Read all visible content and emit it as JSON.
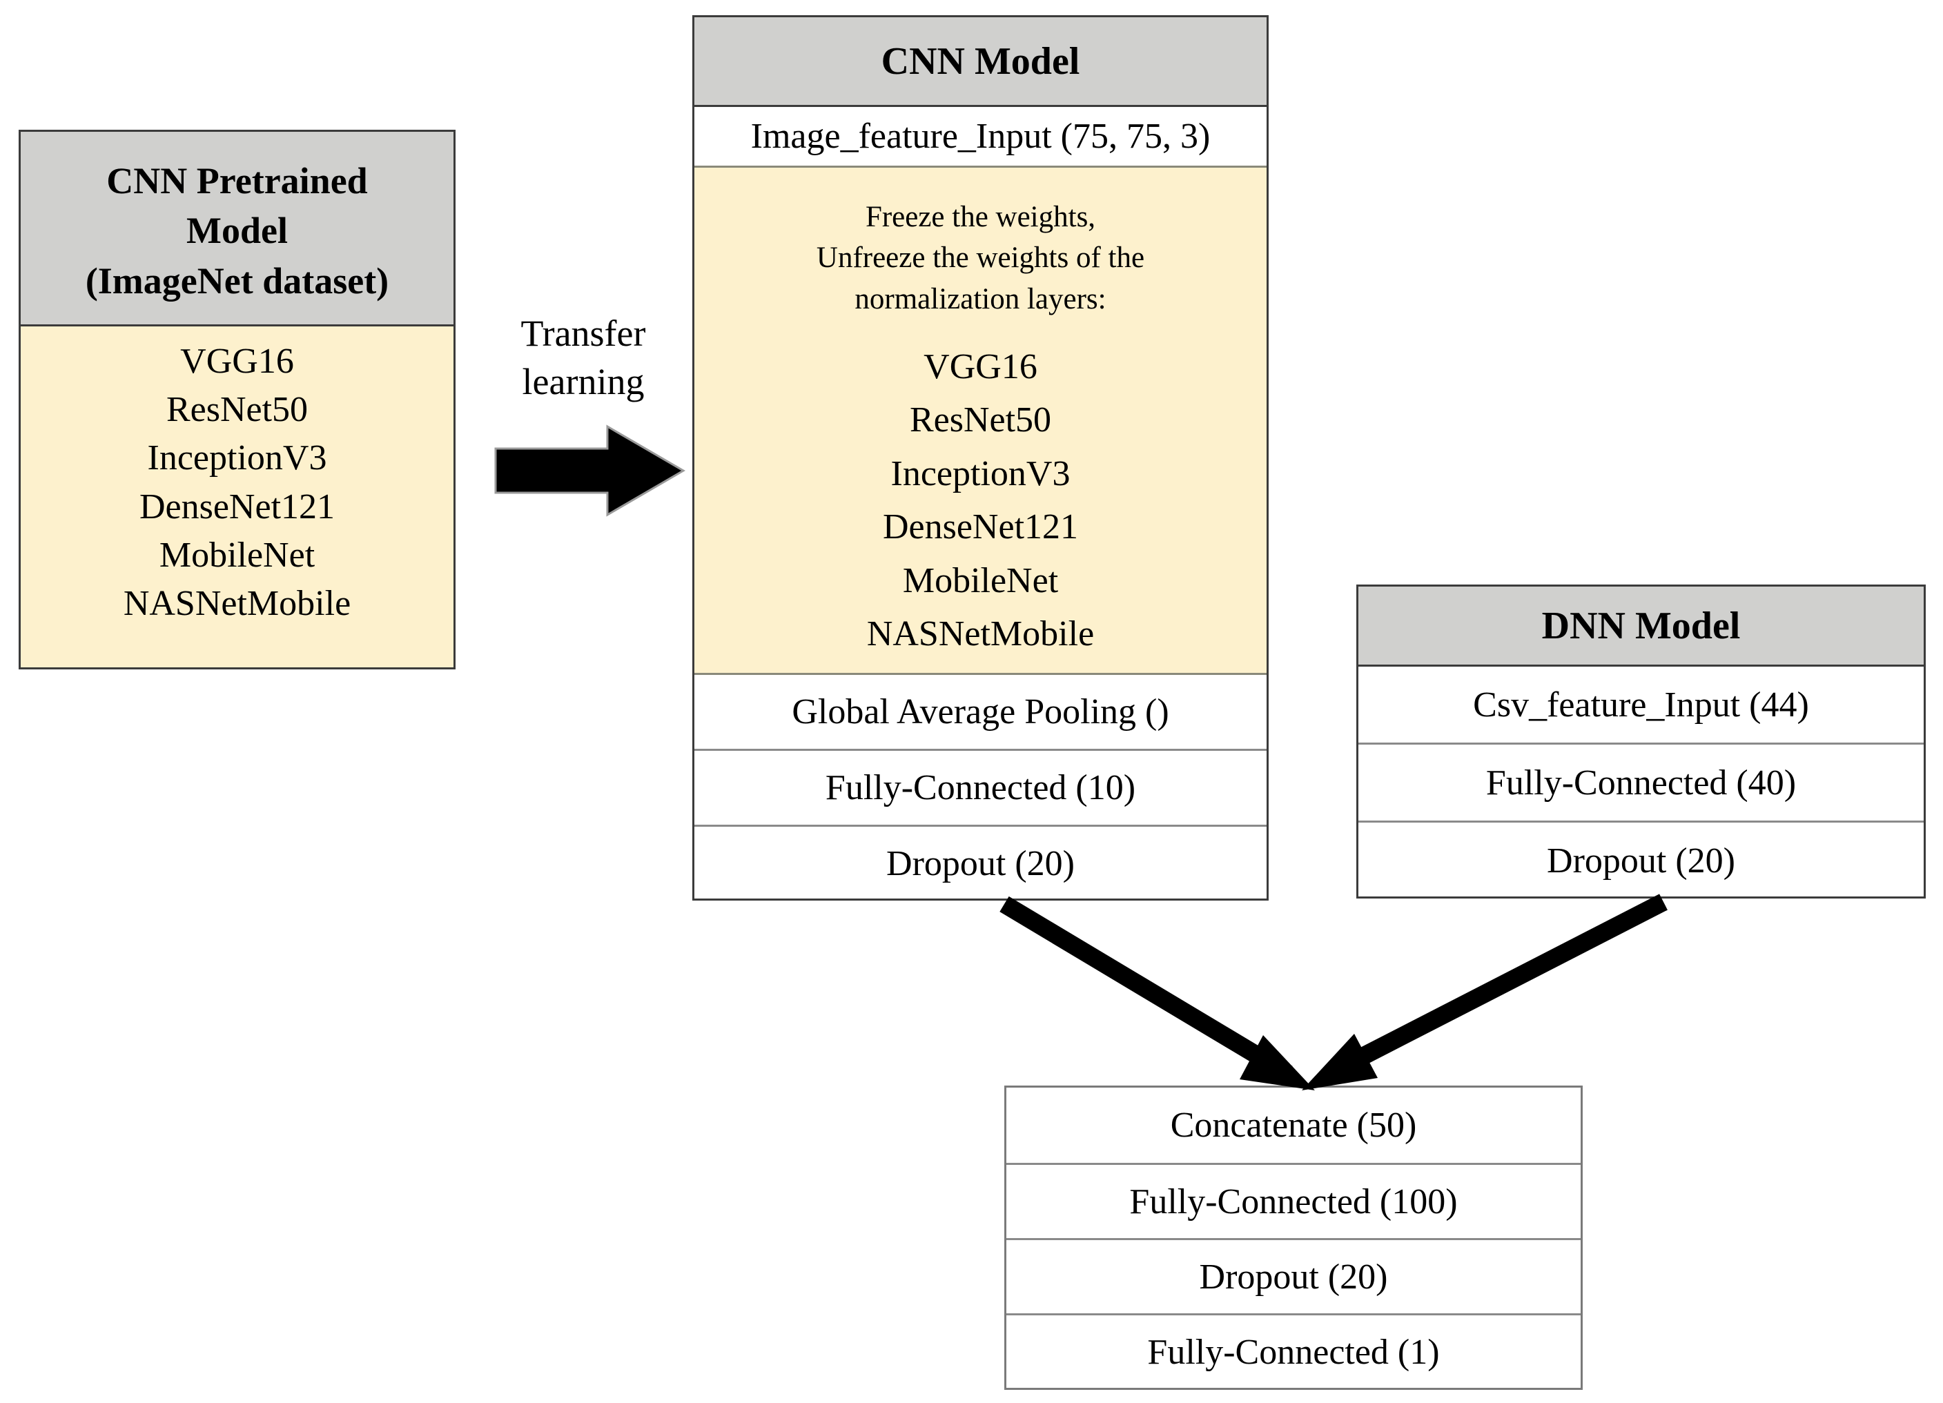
{
  "diagram": {
    "title": "CNN + DNN hybrid transfer-learning architecture",
    "colors": {
      "header_fill": "#d0d0ce",
      "body_fill": "#fdf1cd",
      "border": "#7a7a7a",
      "arrow": "#000000"
    }
  },
  "pretrained_box": {
    "header_lines": [
      "CNN Pretrained",
      "Model",
      "(ImageNet dataset)"
    ],
    "models": [
      "VGG16",
      "ResNet50",
      "InceptionV3",
      "DenseNet121",
      "MobileNet",
      "NASNetMobile"
    ]
  },
  "transfer": {
    "label_lines": [
      "Transfer",
      "learning"
    ],
    "arrow_icon": "right-arrow-icon"
  },
  "cnn_model": {
    "title": "CNN Model",
    "input_row": "Image_feature_Input (75, 75, 3)",
    "note_lines": [
      "Freeze the weights,",
      "Unfreeze the weights of the",
      "normalization layers:"
    ],
    "models": [
      "VGG16",
      "ResNet50",
      "InceptionV3",
      "DenseNet121",
      "MobileNet",
      "NASNetMobile"
    ],
    "layers": [
      "Global Average Pooling ()",
      "Fully-Connected (10)",
      "Dropout (20)"
    ]
  },
  "dnn_model": {
    "title": "DNN Model",
    "layers": [
      "Csv_feature_Input (44)",
      "Fully-Connected (40)",
      "Dropout (20)"
    ]
  },
  "concat_model": {
    "layers": [
      "Concatenate (50)",
      "Fully-Connected (100)",
      "Dropout (20)",
      "Fully-Connected (1)"
    ]
  }
}
